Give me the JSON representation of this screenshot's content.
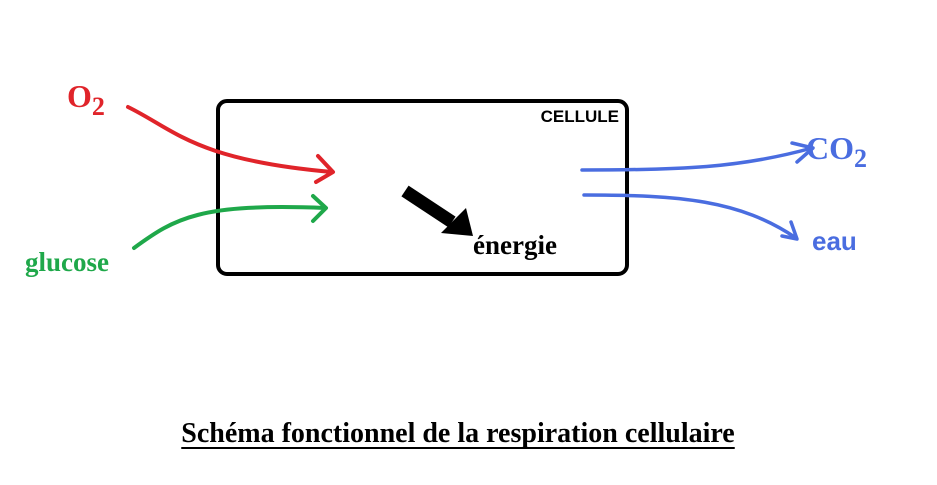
{
  "cell": {
    "label": "CELLULE"
  },
  "inputs": {
    "oxygen": {
      "base": "O",
      "sub": "2",
      "color": "#e0242a"
    },
    "glucose": {
      "label": "glucose",
      "color": "#1fa84a"
    }
  },
  "outputs": {
    "carbon_dioxide": {
      "base": "CO",
      "sub": "2",
      "color": "#4a6de0"
    },
    "water": {
      "label": "eau",
      "color": "#4a6de0"
    }
  },
  "energy": {
    "label": "énergie"
  },
  "caption": "Schéma fonctionnel de la respiration cellulaire"
}
